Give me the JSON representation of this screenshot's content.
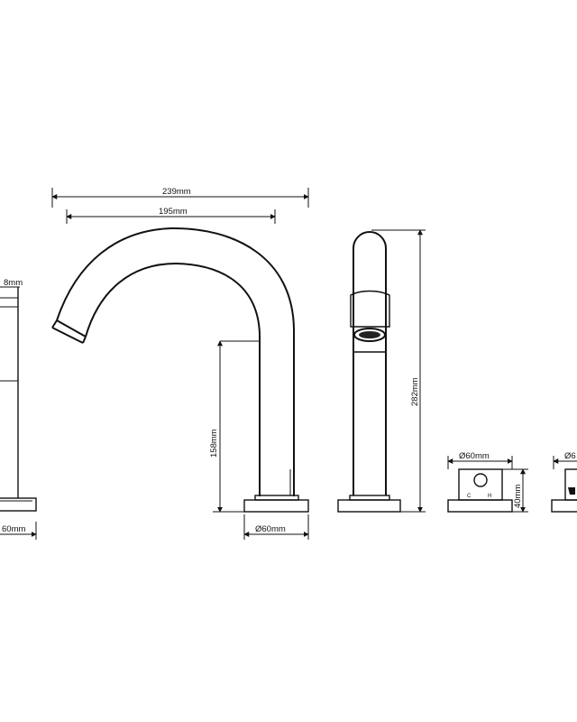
{
  "dimensions": {
    "spout_reach_total": "239mm",
    "spout_reach_inner": "195mm",
    "spout_height": "158mm",
    "spout_base": "Ø60mm",
    "side_height": "282mm",
    "valve_diameter": "Ø60mm",
    "valve_height": "40mm",
    "handshower_top": "8mm",
    "handshower_base": "60mm",
    "right_cut_label": "Ø6"
  },
  "icons": [
    "hatched-handshower-icon",
    "spout-outline-icon",
    "aerator-icon",
    "valve-handle-icon"
  ]
}
